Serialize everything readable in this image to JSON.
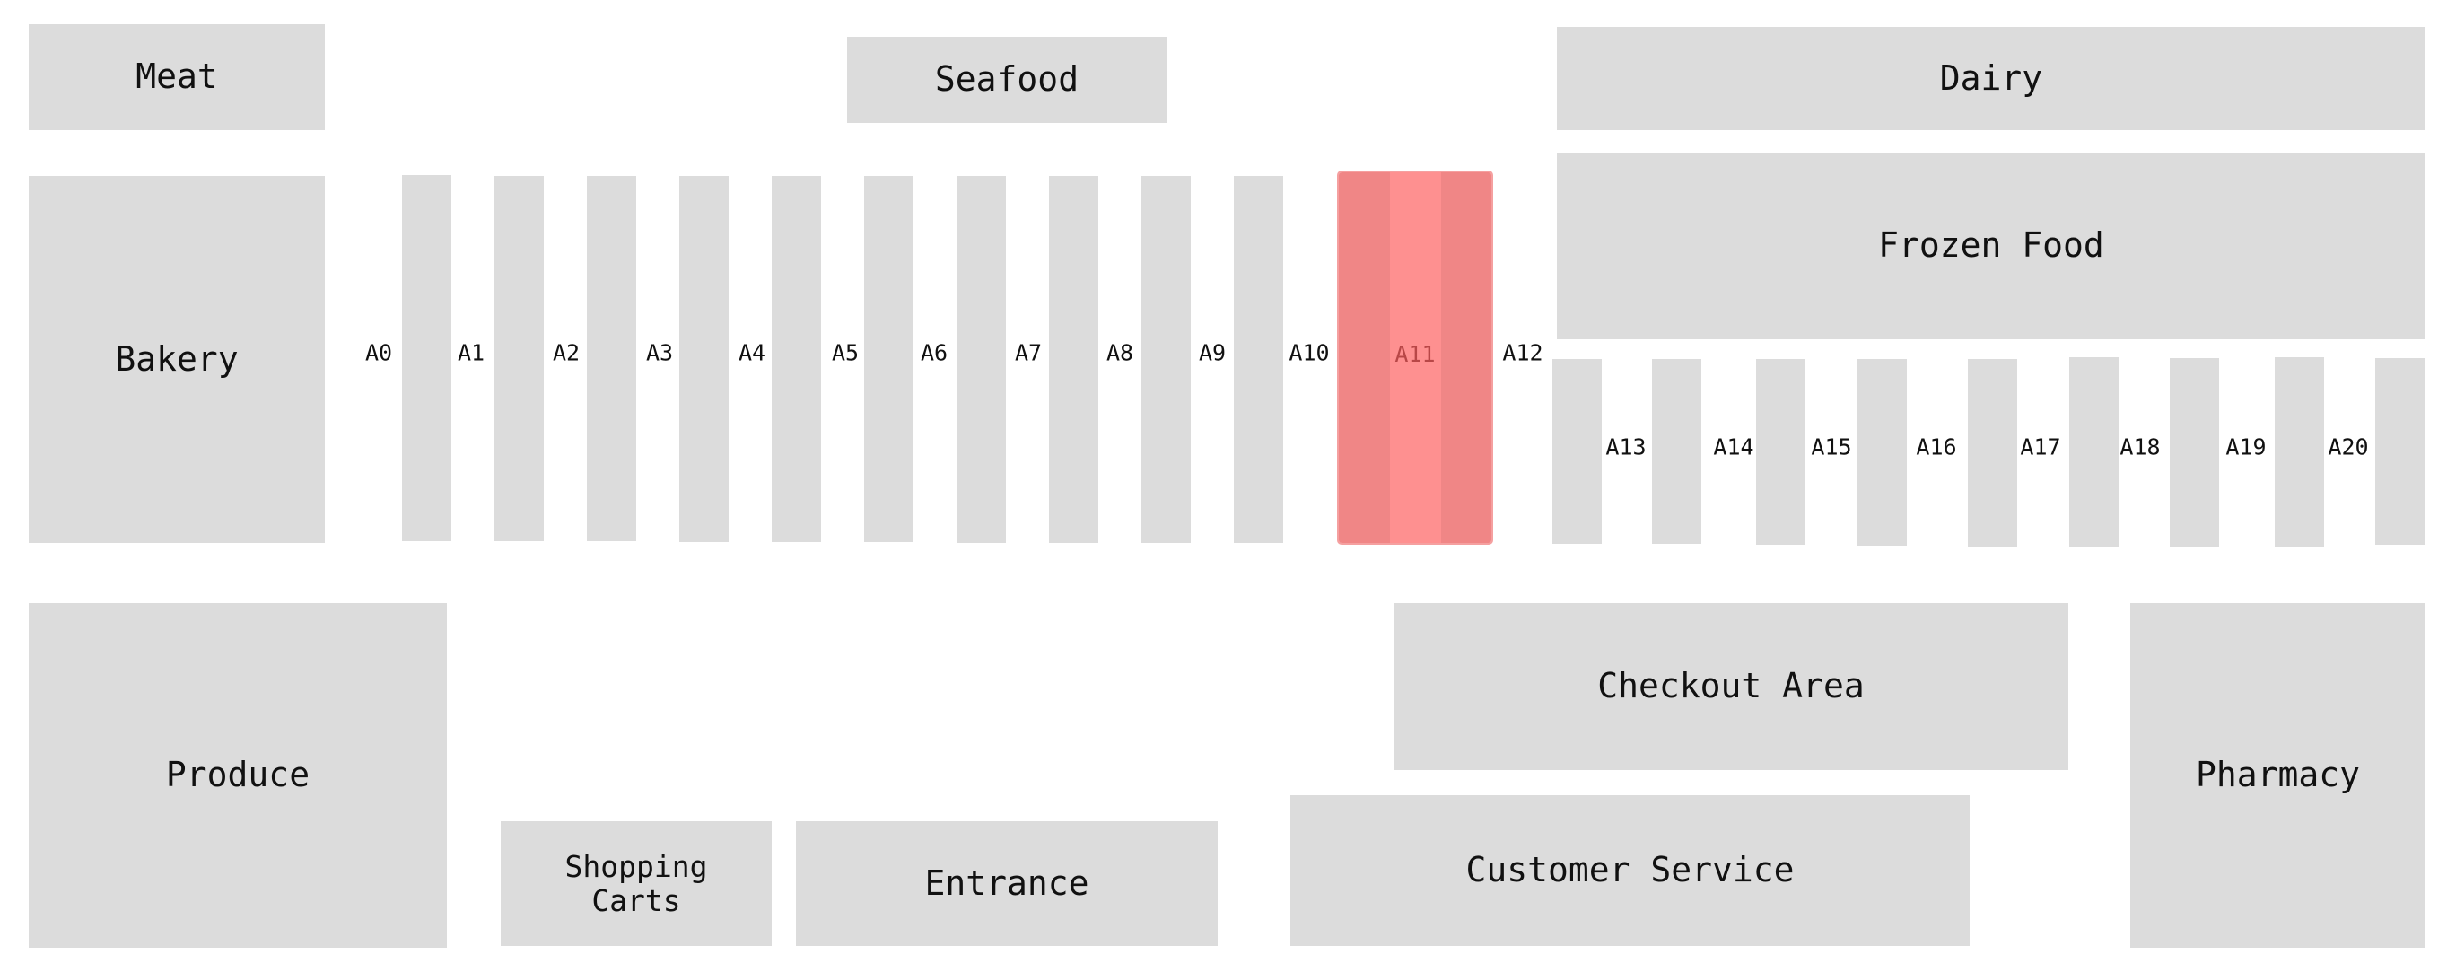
{
  "colors": {
    "zone": "#dcdcdc",
    "background": "#ffffff",
    "highlight": "#fe9090",
    "highlight_label": "#b84747",
    "text": "#111111"
  },
  "map": {
    "highlighted_aisle": "A11",
    "departments": {
      "meat": "Meat",
      "seafood": "Seafood",
      "dairy": "Dairy",
      "bakery": "Bakery",
      "frozen_food": "Frozen Food",
      "produce": "Produce",
      "checkout_area": "Checkout Area",
      "pharmacy": "Pharmacy",
      "shopping_carts": "Shopping\nCarts",
      "entrance": "Entrance",
      "customer_service": "Customer Service"
    },
    "aisles": [
      "A0",
      "A1",
      "A2",
      "A3",
      "A4",
      "A5",
      "A6",
      "A7",
      "A8",
      "A9",
      "A10",
      "A11",
      "A12",
      "A13",
      "A14",
      "A15",
      "A16",
      "A17",
      "A18",
      "A19",
      "A20"
    ]
  }
}
